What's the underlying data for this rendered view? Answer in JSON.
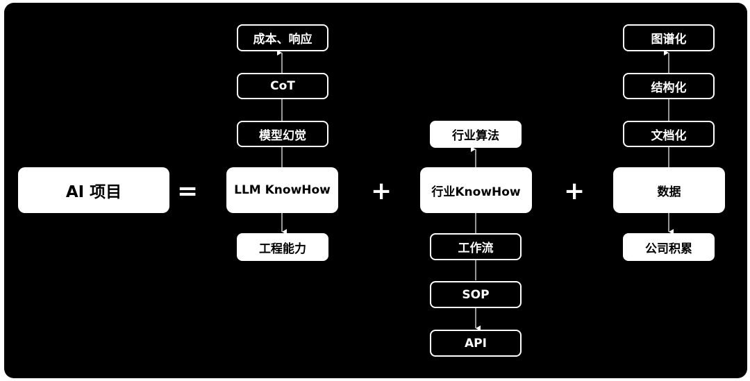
{
  "equation": {
    "left": "AI 项目",
    "equals": "=",
    "plus": "+"
  },
  "column_llm": {
    "center": "LLM KnowHow",
    "above": [
      "模型幻觉",
      "CoT",
      "成本、响应"
    ],
    "below": "工程能力"
  },
  "column_industry": {
    "center": "行业KnowHow",
    "above": "行业算法",
    "below": [
      "工作流",
      "SOP",
      "API"
    ]
  },
  "column_data": {
    "center": "数据",
    "above": [
      "文档化",
      "结构化",
      "图谱化"
    ],
    "below": "公司积累"
  }
}
